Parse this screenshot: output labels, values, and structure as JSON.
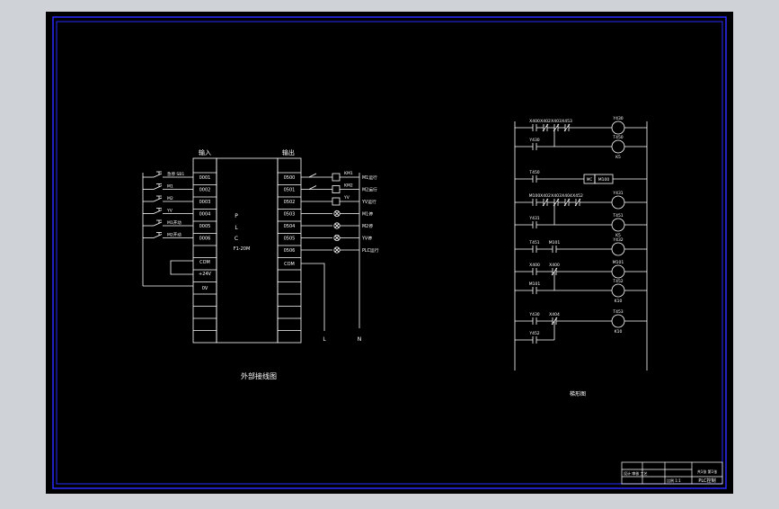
{
  "colors": {
    "background": "#000000",
    "frame": "#0000ff",
    "lines": "#ffffff",
    "outer": "#cfd2d6"
  },
  "wiring": {
    "title": "外部接线图",
    "input_header": "输入",
    "output_header": "输出",
    "plc_letters": [
      "P",
      "L",
      "C"
    ],
    "plc_model": "F1-20M",
    "inputs": [
      "0001",
      "0002",
      "0003",
      "0004",
      "0005",
      "0006"
    ],
    "input_labels": [
      "急停 SB1",
      "M1",
      "M2",
      "YV",
      "M1开动",
      "M2开动"
    ],
    "input_com": "COM",
    "input_24v": "+24V",
    "input_0v": "0V",
    "outputs": [
      "0500",
      "0501",
      "0502",
      "0503",
      "0504",
      "0505",
      "0506"
    ],
    "output_com": "COM",
    "relays": [
      "KM1",
      "KM2",
      "YV"
    ],
    "output_labels": [
      "M1运行",
      "M2运行",
      "YV运行",
      "M1停",
      "M2停",
      "YV停",
      "PLC运行"
    ],
    "power_l": "L",
    "power_n": "N"
  },
  "ladder": {
    "title": "梯形图",
    "rungs": [
      {
        "contacts": [
          "X400",
          "X402",
          "X403",
          "X453"
        ],
        "coil": "Y430"
      },
      {
        "contacts": [
          "Y430"
        ],
        "coil": "T450",
        "note": "K5"
      },
      {
        "contacts": [
          "T450"
        ],
        "coil": "M100",
        "box": "MC"
      },
      {
        "contacts": [
          "M100",
          "X402",
          "X403",
          "X404",
          "X452"
        ],
        "coil": "Y431"
      },
      {
        "contacts": [
          "Y431"
        ],
        "coil": "T451",
        "note": "K5"
      },
      {
        "contacts": [
          "T451",
          "M101"
        ],
        "coil": "Y432"
      },
      {
        "contacts": [
          "X400",
          "X400"
        ],
        "coil": "M101"
      },
      {
        "contacts": [
          "M101"
        ],
        "coil": "T452",
        "note": "K10"
      },
      {
        "contacts": [
          "Y430",
          "X404"
        ],
        "coil": "T453",
        "note": "K10"
      },
      {
        "contacts": [
          "Y452"
        ]
      }
    ]
  },
  "title_block": {
    "drawing_name": "PLC控制",
    "left_text": "设计 审核 工艺",
    "mid_text": "比例 1:1",
    "sheet": "共1张 第1张"
  }
}
